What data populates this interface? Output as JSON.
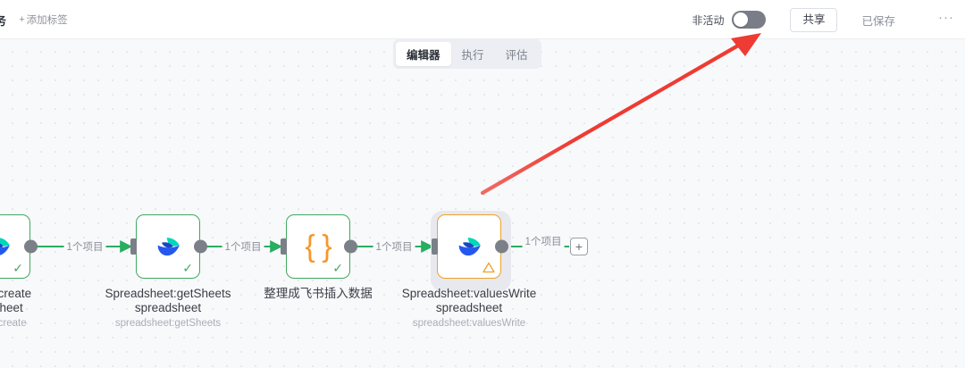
{
  "header": {
    "workflow_name_fragment": "务",
    "add_tag_label": "添加标签",
    "add_tag_plus": "+",
    "activation_label": "非活动",
    "activation_state": "off",
    "share_label": "共享",
    "saved_label": "已保存",
    "more_menu": "···"
  },
  "tabs": [
    {
      "label": "编辑器",
      "active": true
    },
    {
      "label": "执行",
      "active": false
    },
    {
      "label": "评估",
      "active": false
    }
  ],
  "canvas": {
    "nodes": [
      {
        "title_line1": "sheet:create",
        "title_line2": "eadsheet",
        "subtitle": "sheet:create",
        "status": "ok",
        "icon": "feishu-icon",
        "truncated": true
      },
      {
        "title_line1": "Spreadsheet:getSheets",
        "title_line2": "spreadsheet",
        "subtitle": "spreadsheet:getSheets",
        "status": "ok",
        "icon": "feishu-icon",
        "truncated": false
      },
      {
        "title_line1": "整理成飞书插入数据",
        "title_line2": "",
        "subtitle": "",
        "status": "ok",
        "icon": "code-braces-icon",
        "truncated": false
      },
      {
        "title_line1": "Spreadsheet:valuesWrite",
        "title_line2": "spreadsheet",
        "subtitle": "spreadsheet:valuesWrite",
        "status": "warn",
        "icon": "feishu-icon",
        "truncated": false,
        "selected": true
      }
    ],
    "edge_labels": [
      "1个项目",
      "1个项目",
      "1个项目",
      "1个项目"
    ],
    "add_node_button": "+"
  },
  "colors": {
    "node_ok_border": "#3fa85f",
    "node_warn_border": "#f0a028",
    "edge": "#27ae60",
    "annotation_arrow": "#ee3b33",
    "toggle_off": "#7a7d87",
    "canvas_bg": "#f8f9fb"
  }
}
